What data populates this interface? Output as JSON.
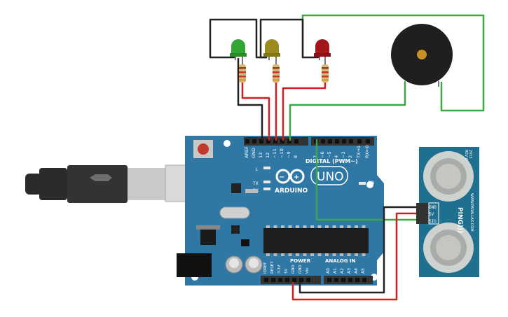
{
  "colors": {
    "board": "#2f78a6",
    "board_dark": "#1e5d86",
    "usb_cable": "#2b2b2b",
    "usb_port": "#c9c9c9",
    "header": "#333333",
    "chip": "#222222",
    "wire_black": "#222222",
    "wire_red": "#d11f1f",
    "wire_green": "#3aa845",
    "led_green": "#33a532",
    "led_yellow": "#9c8a1e",
    "led_red": "#a3161a",
    "buzzer": "#1f1f1f",
    "buzzer_center": "#c69122",
    "sensor_board": "#1f6f8f",
    "sensor_ring": "#cfd3cf"
  },
  "arduino": {
    "logo_text": "ARDUINO",
    "model_text": "UNO",
    "digital_header_label": "DIGITAL (PWM~)",
    "power_label": "POWER",
    "analog_label": "ANALOG IN",
    "on_label": "ON",
    "led_l": "L",
    "led_tx": "TX",
    "led_rx": "RX",
    "top_pins": [
      "AREF",
      "GND",
      "13",
      "12",
      "~11",
      "~10",
      "~9",
      "8",
      "7",
      "~6",
      "~5",
      "4",
      "~3",
      "2",
      "TX→1",
      "RX←0"
    ],
    "power_pins": [
      "IOREF",
      "RESET",
      "3.3V",
      "5V",
      "GND",
      "GND",
      "Vin"
    ],
    "analog_pins": [
      "A0",
      "A1",
      "A2",
      "A3",
      "A4",
      "A5"
    ]
  },
  "sensor": {
    "brand": "WWW.PARALLAX.COM",
    "name": "PING)))",
    "year": "2015",
    "rev": "REV C",
    "pins": [
      "GND",
      "5V",
      "SIG"
    ]
  },
  "components": {
    "leds": [
      "green-led",
      "yellow-led",
      "red-led"
    ],
    "resistors": 3,
    "buzzer": "piezo-buzzer"
  }
}
